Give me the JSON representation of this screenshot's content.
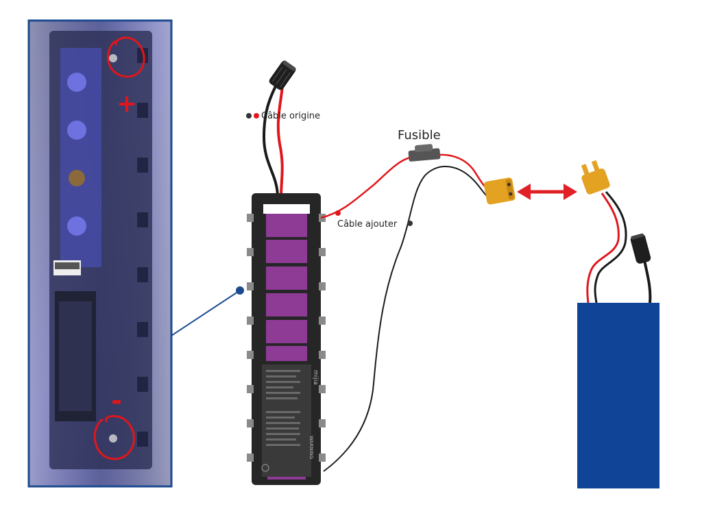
{
  "labels": {
    "cable_origine": "Câble origine",
    "fusible": "Fusible",
    "cable_ajouter": "Câble ajouter",
    "plus": "+",
    "minus": "-",
    "brand": "mijia",
    "warning": "WARNING"
  },
  "colors": {
    "wire_red": "#e0161c",
    "wire_black": "#1a1a1a",
    "battery_cell": "#8e3b96",
    "battery_case": "#262626",
    "external_battery": "#0f4497",
    "connector_xt": "#e3a222",
    "arrow": "#e12025",
    "photo_border": "#1c4a8f",
    "annotation_circle": "#e0161c",
    "pointer_line": "#1c4a8f"
  },
  "icons": {
    "fuse": "blade-fuse-icon",
    "connector": "xt60-connector-icon",
    "plug": "barrel-plug-icon",
    "arrow": "double-arrow-icon"
  }
}
